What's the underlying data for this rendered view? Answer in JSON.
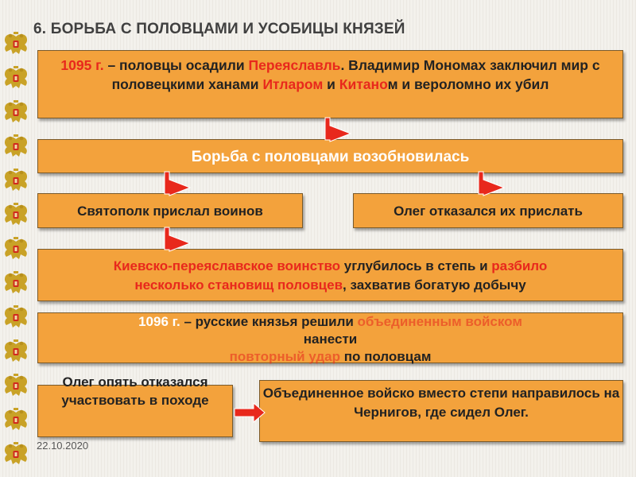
{
  "slide": {
    "title": "6. БОРЬБА С ПОЛОВЦАМИ И УСОБИЦЫ КНЯЗЕЙ",
    "date": "22.10.2020"
  },
  "boxes": {
    "b1": {
      "year": "1095 г.",
      "t1": " – половцы осадили ",
      "city": "Переяславль",
      "t2": ". Владимир Мономах заключил мир с половецкими ханами ",
      "khan1": "Итларом",
      "t3": " и ",
      "khan2": "Китано",
      "t4": "м и вероломно их убил"
    },
    "b2": {
      "text": "Борьба с половцами возобновилась"
    },
    "b3": {
      "text": "Святополк прислал воинов"
    },
    "b4": {
      "text": "Олег отказался их прислать"
    },
    "b5": {
      "army": "Киевско-переяславское воинство",
      "t1": " углубилось в степь и ",
      "defeated": "разбило",
      "camps": "несколько становищ половцев",
      "t2": ", захватив богатую добычу"
    },
    "b6": {
      "year": "1096 г.",
      "t1": " – русские князья решили ",
      "united": "объединенным войском",
      "t2": "нанести",
      "strike": "повторный удар",
      "t3": " по половцам"
    },
    "b7": {
      "text": "Олег опять отказался участвовать в походе"
    },
    "b8": {
      "text": "Объединенное войско вместо степи направилось на Чернигов, где сидел Олег."
    }
  },
  "colors": {
    "box_fill": "#f3a23c",
    "highlight_red": "#e8281c",
    "arrow_red": "#e8281c"
  },
  "icons": [
    "double-headed-eagle-icon"
  ]
}
